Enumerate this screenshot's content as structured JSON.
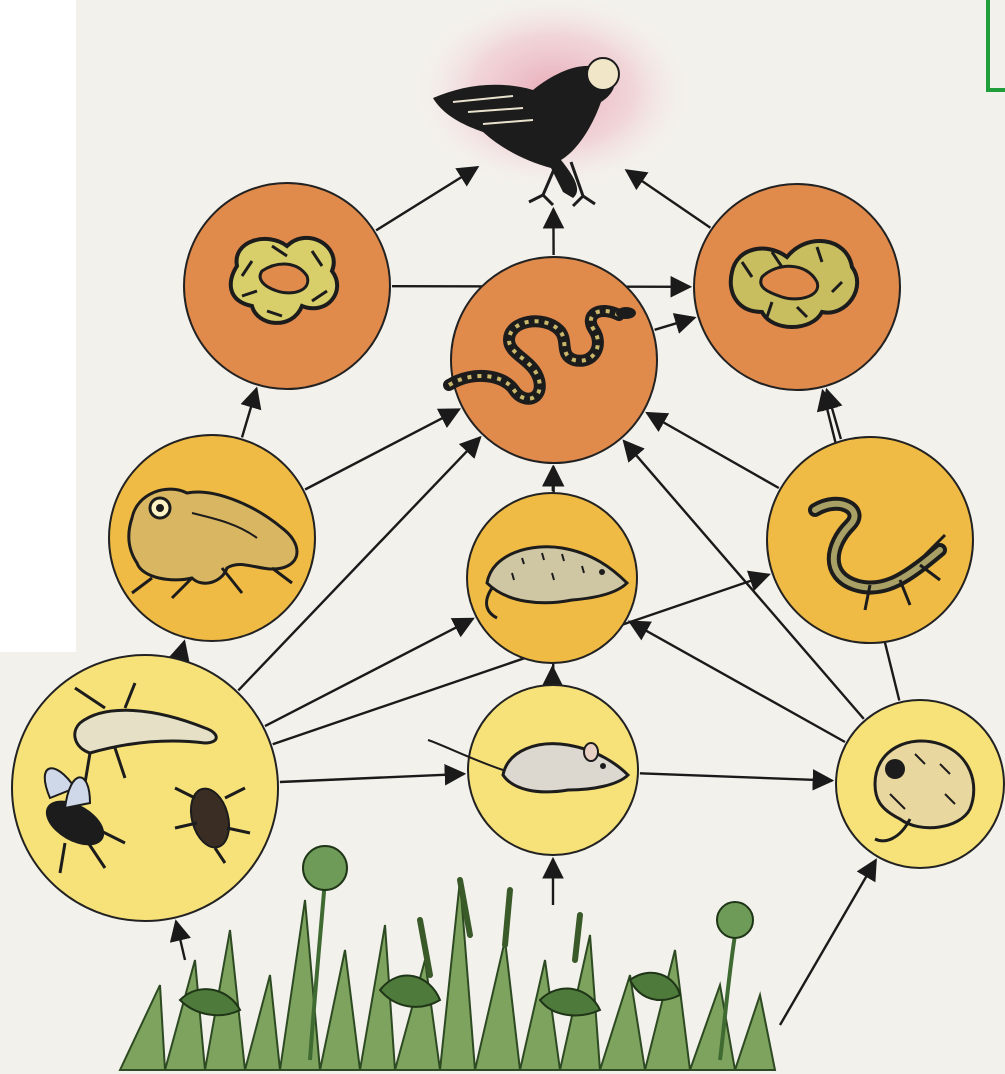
{
  "diagram": {
    "kind": "food-web",
    "colors": {
      "page_background": "#f3f1ec",
      "left_margin": "#ffffff",
      "apex_glow": "#e8a7b5",
      "tertiary_fill": "#e08a4c",
      "secondary_fill": "#f0bb45",
      "primary_fill": "#f7e27a",
      "plant_green": "#5c8a48",
      "frame_green": "#1f9e3a"
    },
    "nodes": [
      {
        "id": "bird-of-prey",
        "icon": "bird-of-prey-icon",
        "level": "apex"
      },
      {
        "id": "viper-snake",
        "icon": "coiled-viper-icon",
        "level": "tertiary"
      },
      {
        "id": "grass-snake",
        "icon": "grass-snake-icon",
        "level": "tertiary"
      },
      {
        "id": "adder-snake",
        "icon": "coiled-adder-icon",
        "level": "tertiary"
      },
      {
        "id": "frog",
        "icon": "frog-icon",
        "level": "secondary"
      },
      {
        "id": "shrew",
        "icon": "shrew-icon",
        "level": "secondary"
      },
      {
        "id": "lizard",
        "icon": "lizard-icon",
        "level": "secondary"
      },
      {
        "id": "insects",
        "icon": "insects-icon",
        "level": "primary"
      },
      {
        "id": "mouse",
        "icon": "mouse-icon",
        "level": "primary"
      },
      {
        "id": "vole",
        "icon": "vole-icon",
        "level": "primary"
      },
      {
        "id": "plants",
        "icon": "meadow-plants-icon",
        "level": "producer"
      }
    ],
    "links": [
      [
        "viper-snake",
        "bird-of-prey"
      ],
      [
        "grass-snake",
        "bird-of-prey"
      ],
      [
        "adder-snake",
        "bird-of-prey"
      ],
      [
        "viper-snake",
        "adder-snake"
      ],
      [
        "grass-snake",
        "adder-snake"
      ],
      [
        "frog",
        "viper-snake"
      ],
      [
        "frog",
        "grass-snake"
      ],
      [
        "shrew",
        "grass-snake"
      ],
      [
        "lizard",
        "grass-snake"
      ],
      [
        "lizard",
        "adder-snake"
      ],
      [
        "insects",
        "frog"
      ],
      [
        "insects",
        "shrew"
      ],
      [
        "insects",
        "lizard"
      ],
      [
        "insects",
        "grass-snake"
      ],
      [
        "insects",
        "mouse"
      ],
      [
        "mouse",
        "shrew"
      ],
      [
        "mouse",
        "grass-snake"
      ],
      [
        "mouse",
        "vole"
      ],
      [
        "vole",
        "shrew"
      ],
      [
        "vole",
        "adder-snake"
      ],
      [
        "vole",
        "grass-snake"
      ],
      [
        "plants",
        "insects"
      ],
      [
        "plants",
        "mouse"
      ],
      [
        "plants",
        "vole"
      ]
    ]
  }
}
